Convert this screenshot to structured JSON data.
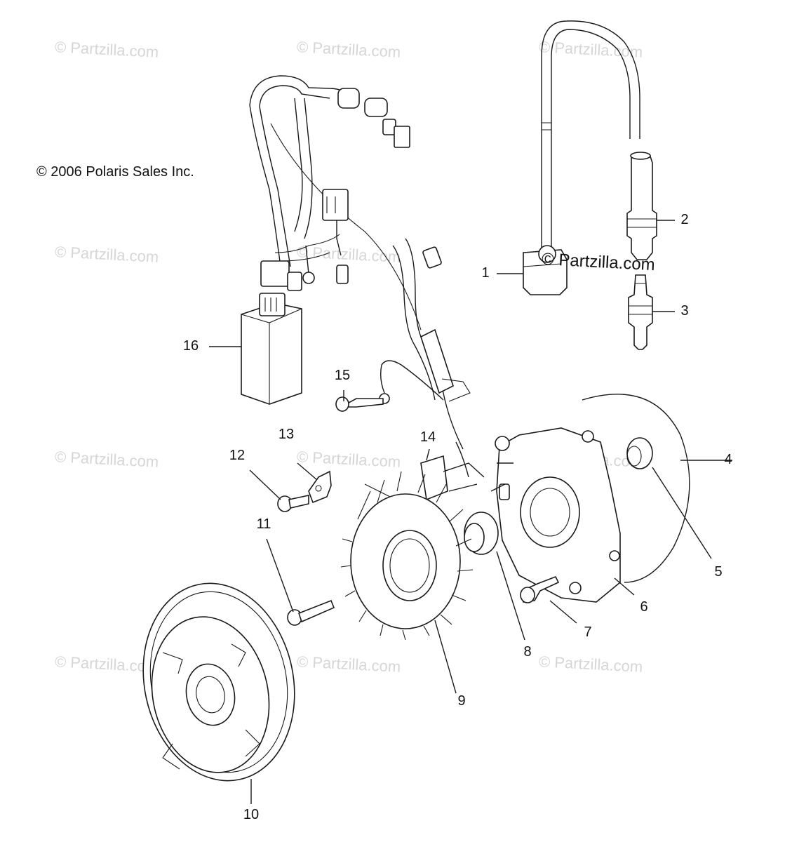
{
  "watermark": "© Partzilla.com",
  "inline_watermark": "© Partzilla.com",
  "copyright": "© 2006 Polaris Sales Inc.",
  "callouts": [
    "1",
    "2",
    "3",
    "4",
    "5",
    "6",
    "7",
    "8",
    "9",
    "10",
    "11",
    "12",
    "13",
    "14",
    "15",
    "16"
  ]
}
